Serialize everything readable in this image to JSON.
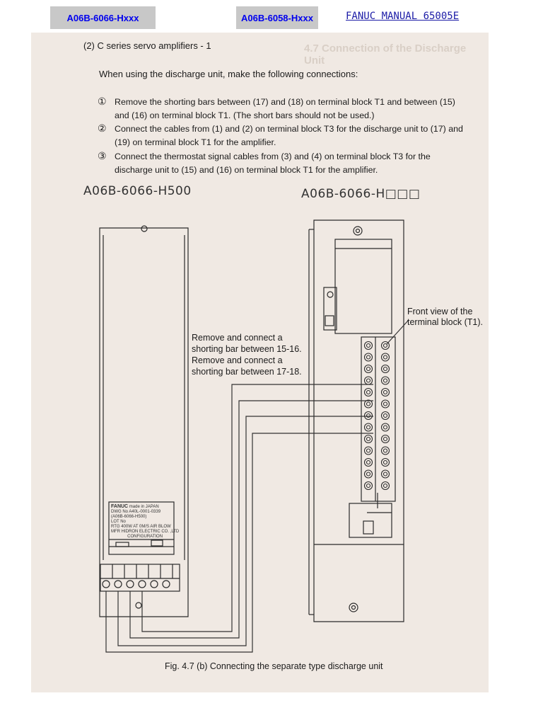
{
  "header": {
    "tab1": "A06B-6066-Hxxx",
    "tab2": "A06B-6058-Hxxx",
    "manual": "FANUC MANUAL 65005E"
  },
  "doc": {
    "section": "(2)  C series servo amplifiers - 1",
    "intro": "When using the discharge unit, make the following connections:",
    "steps": [
      {
        "num": "①",
        "line1": "Remove the shorting bars between (17) and (18) on terminal block T1 and between (15)",
        "line2": "and (16) on terminal block T1.  (The short bars should not be used.)"
      },
      {
        "num": "②",
        "line1": "Connect the cables from (1) and (2) on terminal block T3 for the discharge unit to (17) and",
        "line2": "(19) on terminal block T1 for the amplifier."
      },
      {
        "num": "③",
        "line1": "Connect the thermostat signal cables from (3) and (4) on terminal block T3 for the",
        "line2": "discharge unit to (15) and (16) on terminal block T1 for the amplifier."
      }
    ],
    "ghost_heading": "4.7  Connection of the Discharge Unit"
  },
  "figure": {
    "left_unit_label": "A06B-6066-H500",
    "right_unit_label": "A06B-6066-H□□□",
    "front_view": [
      "Front view of the",
      "terminal block (T1)."
    ],
    "annotation": [
      "Remove and connect a",
      "shorting bar between 15-16.",
      "Remove and connect a",
      "shorting bar between 17-18."
    ],
    "caption": "Fig. 4.7 (b)   Connecting the separate type discharge unit",
    "nameplate": {
      "brand": "FANUC",
      "made": "made in JAPAN",
      "lines": [
        "DWG No  A40L-0001-0339",
        "(A06B-6066-H500)",
        "LOT No",
        "RTG  400W AT 0M/S AIR BLOW",
        "MFR  HIDRON ELECTRIC CO. ,LTD"
      ],
      "config": "CONFIGURATION"
    }
  },
  "colors": {
    "page_bg": "#f0e9e3",
    "tab_bg": "#c8c8c8",
    "link": "#0000ee"
  }
}
